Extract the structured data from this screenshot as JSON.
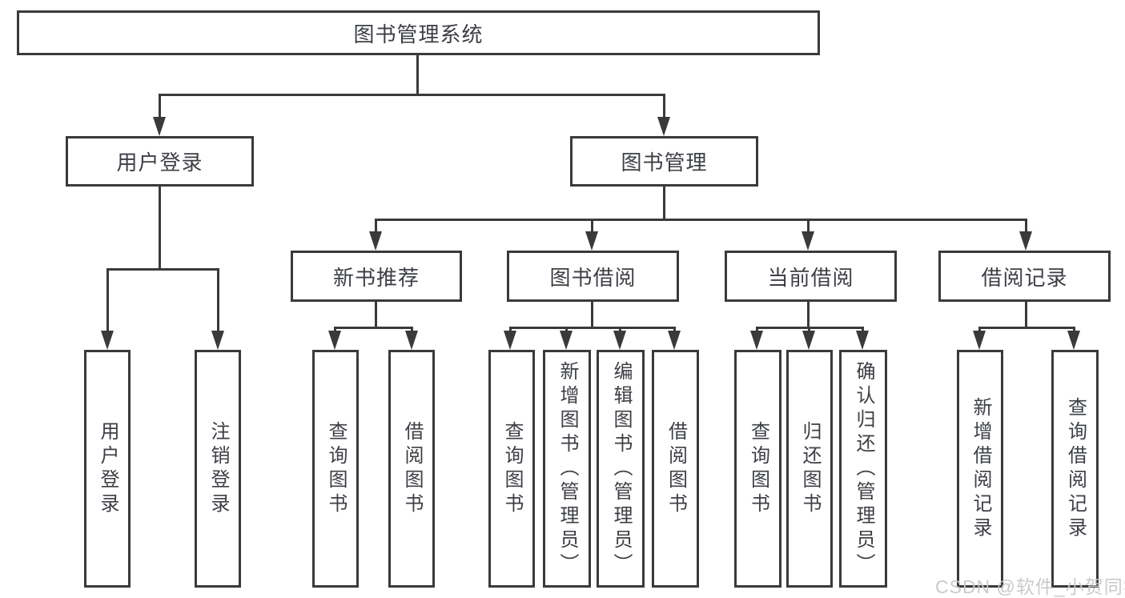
{
  "colors": {
    "line": "#3a3a3a",
    "box_border": "#3a3a3a",
    "text": "#3c3f45",
    "watermark": "#c8c8c8",
    "background": "#ffffff"
  },
  "watermark": {
    "text": "CSDN @软件_小贺同学"
  },
  "tree": {
    "label": "图书管理系统",
    "children": [
      {
        "label": "用户登录",
        "children": [
          {
            "label": "用户登录"
          },
          {
            "label": "注销登录"
          }
        ]
      },
      {
        "label": "图书管理",
        "children": [
          {
            "label": "新书推荐",
            "children": [
              {
                "label": "查询图书"
              },
              {
                "label": "借阅图书"
              }
            ]
          },
          {
            "label": "图书借阅",
            "children": [
              {
                "label": "查询图书"
              },
              {
                "label": "新增图书（管理员）"
              },
              {
                "label": "编辑图书（管理员）"
              },
              {
                "label": "借阅图书"
              }
            ]
          },
          {
            "label": "当前借阅",
            "children": [
              {
                "label": "查询图书"
              },
              {
                "label": "归还图书"
              },
              {
                "label": "确认归还（管理员）"
              }
            ]
          },
          {
            "label": "借阅记录",
            "children": [
              {
                "label": "新增借阅记录"
              },
              {
                "label": "查询借阅记录"
              }
            ]
          }
        ]
      }
    ]
  }
}
